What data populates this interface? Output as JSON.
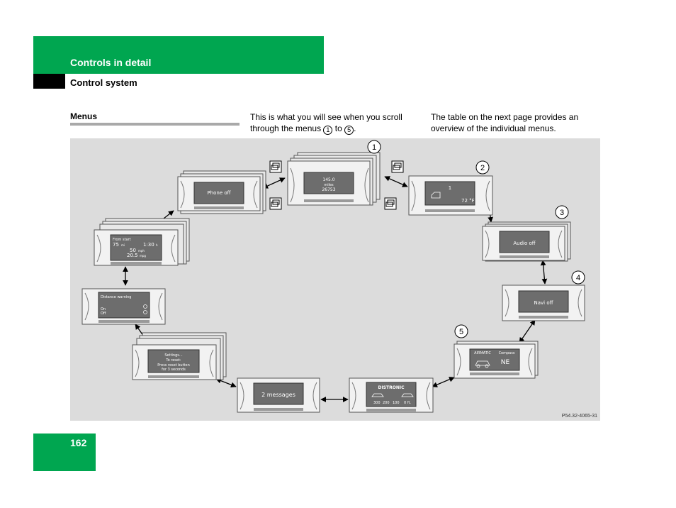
{
  "header": {
    "section": "Controls in detail",
    "subsection": "Control system"
  },
  "menus": {
    "heading": "Menus",
    "para1_a": "This is what you will see when you scroll through the menus ",
    "para1_b": " to ",
    "para1_c": ".",
    "m1": "1",
    "m5": "5",
    "para2": "The table on the next page provides an overview of the individual menus."
  },
  "diagram": {
    "markers": [
      "1",
      "2",
      "3",
      "4",
      "5"
    ],
    "screens": {
      "trip": [
        "145.0",
        "miles",
        "26753"
      ],
      "tank": [
        "1",
        "72 °F"
      ],
      "audio": "Audio off",
      "navi": "Navi off",
      "compass": [
        "AIRMATIC",
        "Compass",
        "NE"
      ],
      "distronic": [
        "DISTRONIC",
        "300",
        "200",
        "100",
        "0 ft."
      ],
      "messages": "2 messages",
      "settings": [
        "Settings...",
        "To reset:",
        "Press reset button",
        "for 3 seconds"
      ],
      "distance": [
        "Distance warning",
        "On",
        "Off"
      ],
      "fromstart": [
        "From start",
        "75",
        "mi",
        "1:30",
        "h",
        "50",
        "mph",
        "20.5",
        "mpg"
      ],
      "phone": "Phone off"
    },
    "code": "P54.32-4065-31"
  },
  "page_number": "162"
}
